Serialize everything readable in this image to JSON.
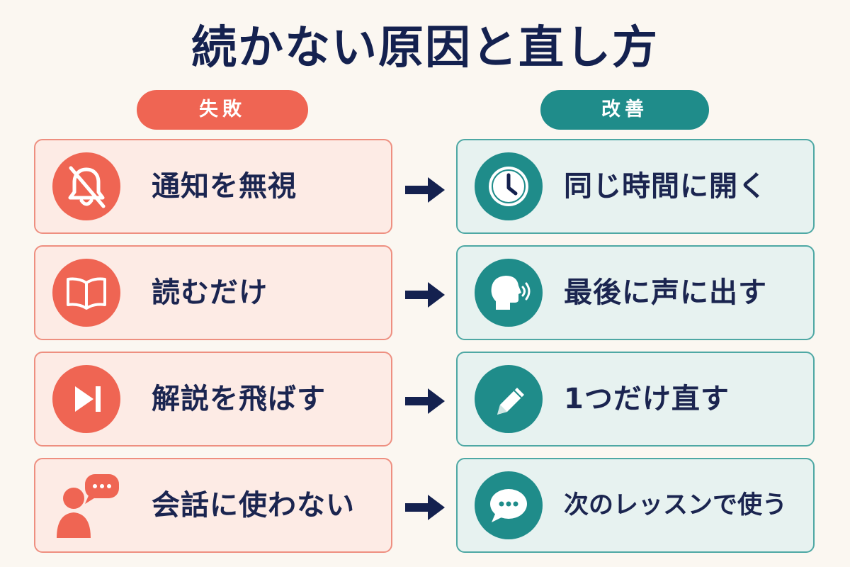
{
  "title": "続かない原因と直し方",
  "columns": {
    "fail": "失敗",
    "fix": "改善"
  },
  "rows": [
    {
      "fail": {
        "text": "通知を無視",
        "icon": "bell-off-icon"
      },
      "fix": {
        "text": "同じ時間に開く",
        "icon": "clock-icon"
      }
    },
    {
      "fail": {
        "text": "読むだけ",
        "icon": "open-book-icon"
      },
      "fix": {
        "text": "最後に声に出す",
        "icon": "speaking-head-icon"
      }
    },
    {
      "fail": {
        "text": "解説を飛ばす",
        "icon": "skip-forward-icon"
      },
      "fix": {
        "text": "1つだけ直す",
        "icon": "pencil-icon"
      }
    },
    {
      "fail": {
        "text": "会話に使わない",
        "icon": "person-speech-bubble-icon"
      },
      "fix": {
        "text": "次のレッスンで使う",
        "icon": "chat-bubble-icon"
      }
    }
  ],
  "colors": {
    "fail_accent": "#ef6553",
    "fix_accent": "#1f8c8a",
    "title": "#14214f",
    "background": "#fbf7f1"
  }
}
